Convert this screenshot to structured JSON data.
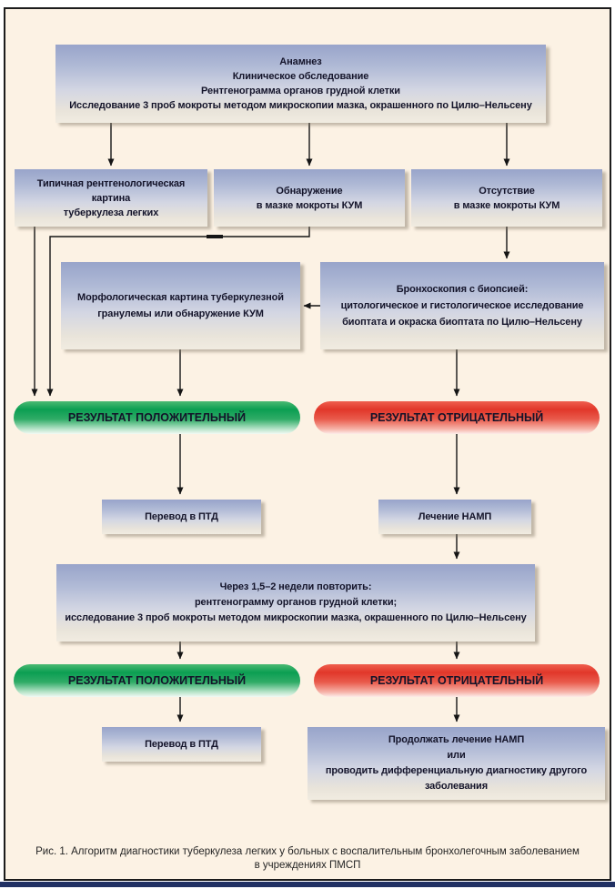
{
  "figure": {
    "caption": "Рис. 1. Алгоритм диагностики туберкулеза легких у больных с воспалительным бронхолегочным заболеванием\nв учреждениях ПМСП"
  },
  "colors": {
    "page_background": "#fcf2e4",
    "frame_border": "#1c1c1c",
    "box_gradient_top": "#98a4ca",
    "box_gradient_bottom": "#f1ece1",
    "positive_green": "#0b9e52",
    "negative_red": "#e1372a",
    "footer_bar_navy": "#203063",
    "connector_line": "#151515"
  },
  "flowchart": {
    "nodes": {
      "initial": {
        "text": "Анамнез\nКлиническое обследование\nРентгенограмма органов грудной клетки\nИсследование 3 проб мокроты методом микроскопии мазка, окрашенного по Цилю–Нельсену"
      },
      "typical_xray": {
        "text": "Типичная рентгенологическая картина\nтуберкулеза легких"
      },
      "kum_found": {
        "text": "Обнаружение\nв мазке мокроты КУМ"
      },
      "kum_absent": {
        "text": "Отсутствие\nв мазке мокроты КУМ"
      },
      "morphology": {
        "text": "Морфологическая картина туберкулезной\nгранулемы или обнаружение КУМ"
      },
      "bronchoscopy": {
        "text": "Бронхоскопия с биопсией:\nцитологическое и гистологическое исследование\nбиоптата и окраска биоптата по Цилю–Нельсену"
      },
      "result_positive_1": {
        "text": "РЕЗУЛЬТАТ ПОЛОЖИТЕЛЬНЫЙ"
      },
      "result_negative_1": {
        "text": "РЕЗУЛЬТАТ ОТРИЦАТЕЛЬНЫЙ"
      },
      "transfer_ptd_1": {
        "text": "Перевод в ПТД"
      },
      "namp_treatment": {
        "text": "Лечение НАМП"
      },
      "repeat_tests": {
        "text": "Через 1,5–2 недели повторить:\nрентгенограмму органов грудной клетки;\nисследование 3 проб мокроты методом микроскопии мазка, окрашенного по Цилю–Нельсену"
      },
      "result_positive_2": {
        "text": "РЕЗУЛЬТАТ ПОЛОЖИТЕЛЬНЫЙ"
      },
      "result_negative_2": {
        "text": "РЕЗУЛЬТАТ ОТРИЦАТЕЛЬНЫЙ"
      },
      "transfer_ptd_2": {
        "text": "Перевод в ПТД"
      },
      "continue_namp": {
        "text": "Продолжать лечение НАМП\nили\nпроводить дифференциальную диагностику другого\nзаболевания"
      }
    }
  }
}
